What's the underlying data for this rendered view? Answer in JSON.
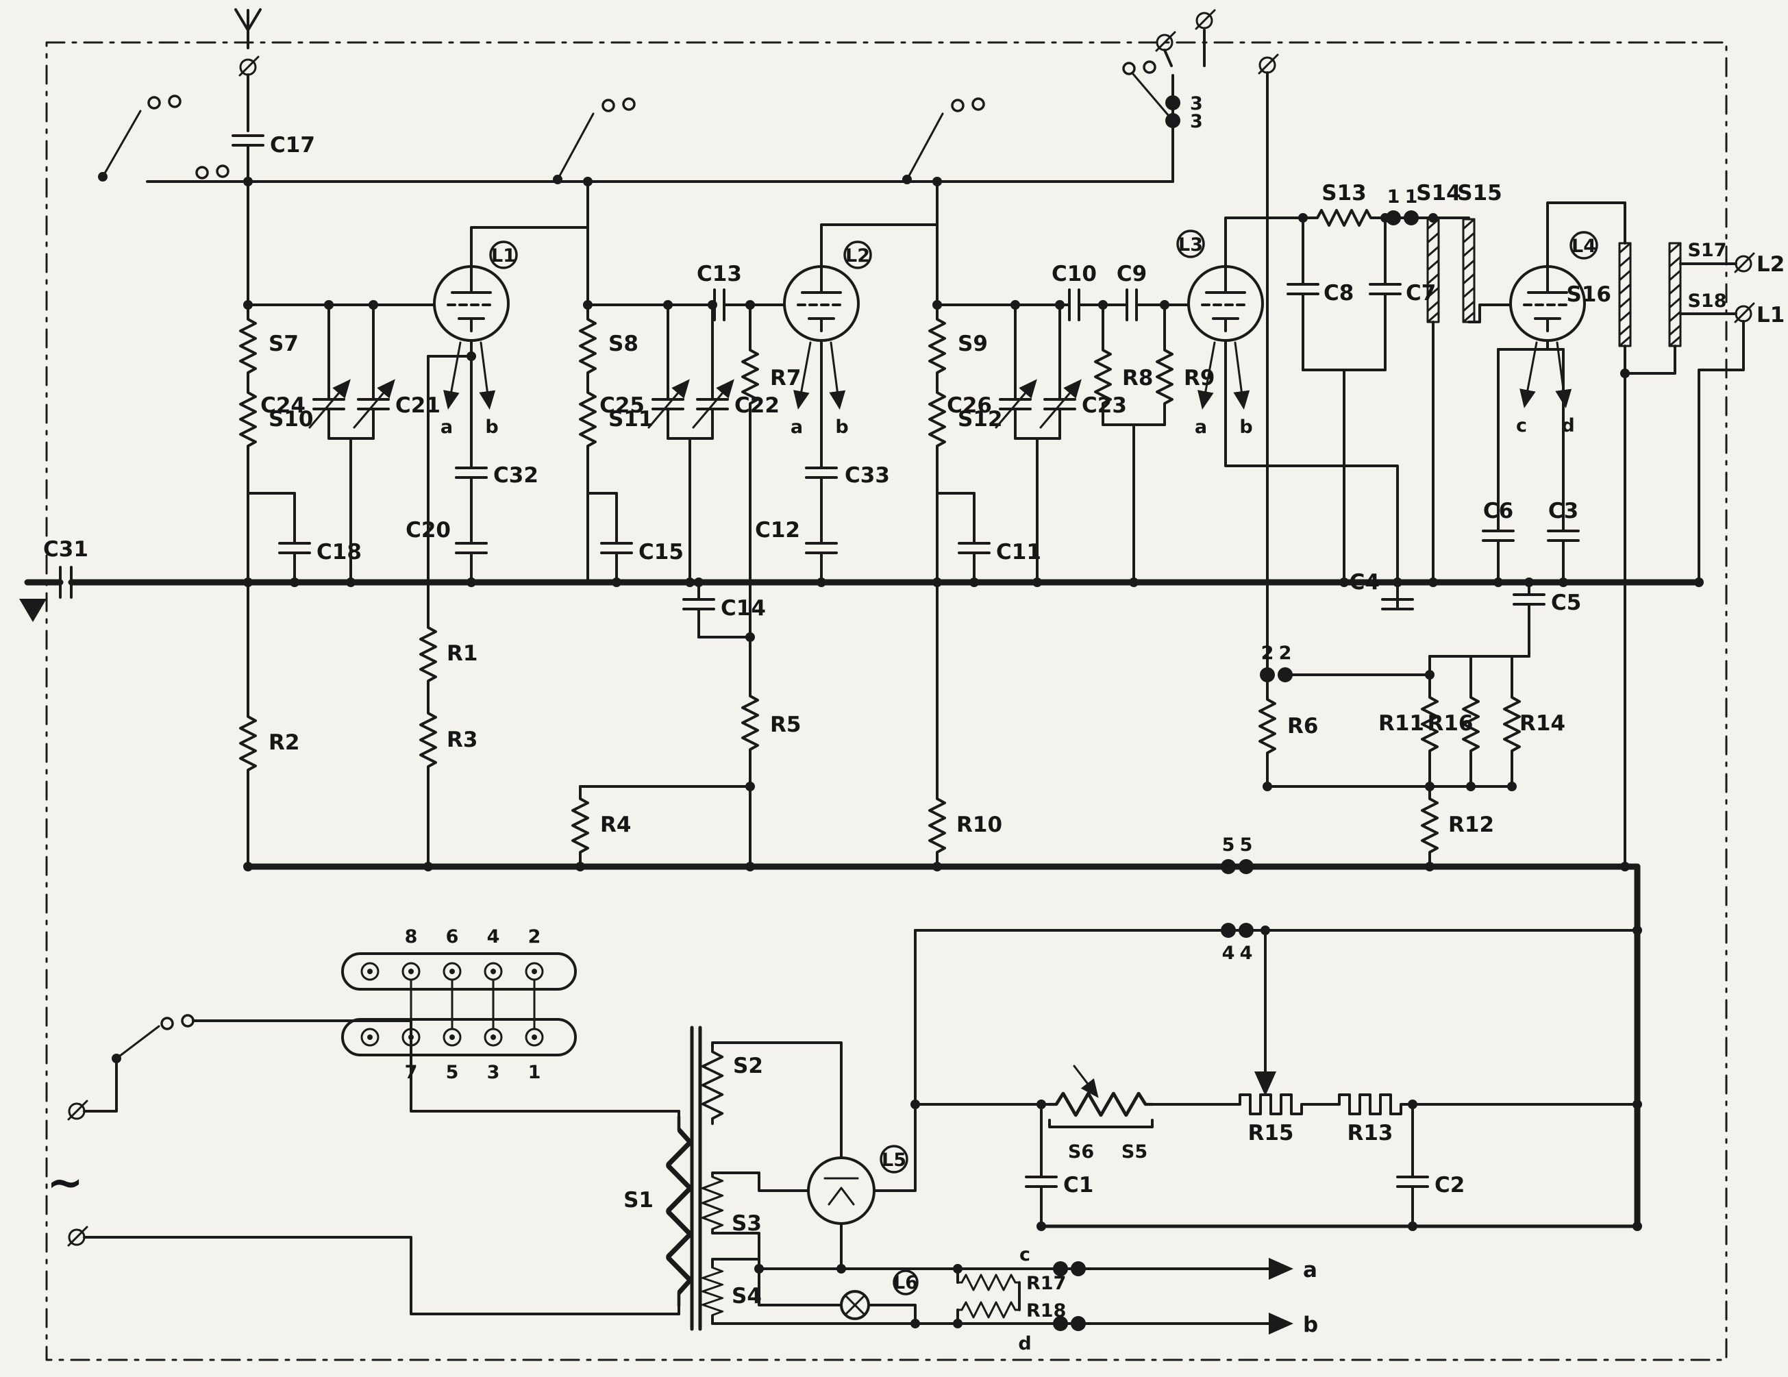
{
  "diagram": {
    "type": "schematic",
    "subject": "vacuum-tube superheterodyne radio receiver circuit"
  },
  "labels": {
    "C1": "C1",
    "C2": "C2",
    "C3": "C3",
    "C4": "C4",
    "C5": "C5",
    "C6": "C6",
    "C7": "C7",
    "C8": "C8",
    "C9": "C9",
    "C10": "C10",
    "C11": "C11",
    "C12": "C12",
    "C13": "C13",
    "C14": "C14",
    "C15": "C15",
    "C17": "C17",
    "C18": "C18",
    "C20": "C20",
    "C21": "C21",
    "C22": "C22",
    "C23": "C23",
    "C24": "C24",
    "C25": "C25",
    "C26": "C26",
    "C31": "C31",
    "C32": "C32",
    "C33": "C33",
    "R1": "R1",
    "R2": "R2",
    "R3": "R3",
    "R4": "R4",
    "R5": "R5",
    "R6": "R6",
    "R7": "R7",
    "R8": "R8",
    "R9": "R9",
    "R10": "R10",
    "R11": "R11",
    "R12": "R12",
    "R13": "R13",
    "R14": "R14",
    "R15": "R15",
    "R16": "R16",
    "R17": "R17",
    "R18": "R18",
    "S1": "S1",
    "S2": "S2",
    "S3": "S3",
    "S4": "S4",
    "S5": "S5",
    "S6": "S6",
    "S7": "S7",
    "S8": "S8",
    "S9": "S9",
    "S10": "S10",
    "S11": "S11",
    "S12": "S12",
    "S13": "S13",
    "S14": "S14",
    "S15": "S15",
    "S16": "S16",
    "S17": "S17",
    "S18": "S18",
    "L1": "L1",
    "L2": "L2",
    "L3": "L3",
    "L4": "L4",
    "L5": "L5",
    "L6": "L6",
    "termL1": "L1",
    "termL2": "L2",
    "n1": "1",
    "n2": "2",
    "n3": "3",
    "n4": "4",
    "n5": "5",
    "p1": "1",
    "p2": "2",
    "p3": "3",
    "p4": "4",
    "p5": "5",
    "p6": "6",
    "p7": "7",
    "p8": "8",
    "a": "a",
    "b": "b",
    "c": "c",
    "d": "d",
    "ac": "~"
  }
}
